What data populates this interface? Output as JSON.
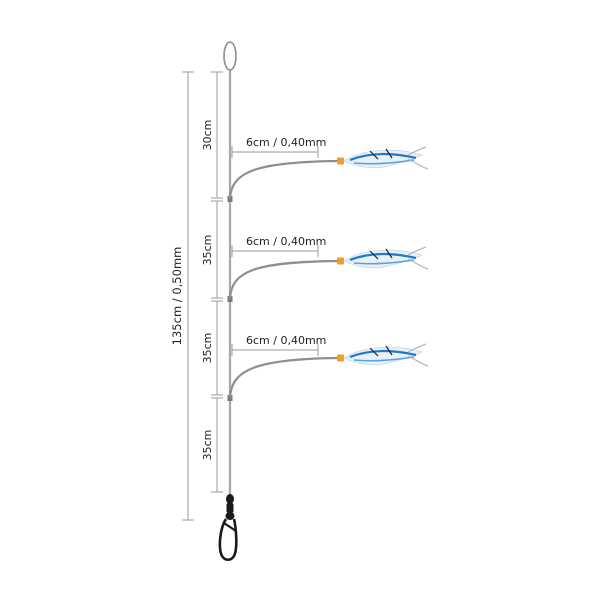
{
  "total_label": "135cm / 0,50mm",
  "segments": [
    {
      "label": "30cm"
    },
    {
      "label": "35cm"
    },
    {
      "label": "35cm"
    },
    {
      "label": "35cm"
    }
  ],
  "droppers": [
    {
      "label": "6cm / 0,40mm"
    },
    {
      "label": "6cm / 0,40mm"
    },
    {
      "label": "6cm / 0,40mm"
    }
  ],
  "icons": {
    "lure": "blue-white-feather-lure-icon",
    "swivel": "snap-swivel-icon",
    "loop": "top-loop-icon",
    "bead": "orange-bead-icon"
  },
  "colors": {
    "line": "#8f8f8f",
    "bead": "#f39a2b",
    "lure_blue": "#1f78c8",
    "lure_light": "#bcd9f2",
    "swivel": "#1a1a1a"
  }
}
